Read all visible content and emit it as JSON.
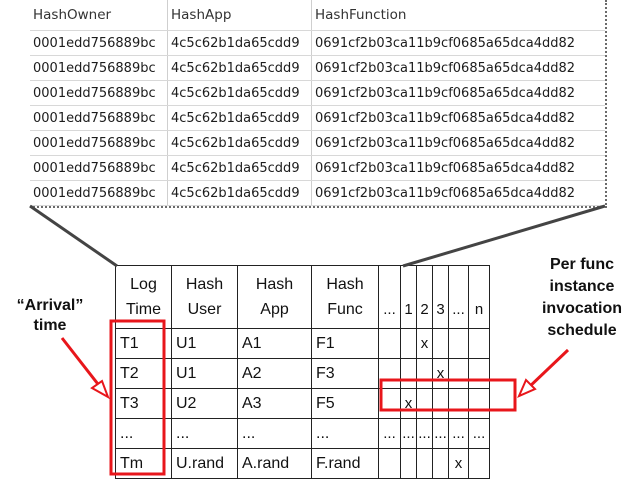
{
  "spreadsheet": {
    "headers": [
      "HashOwner",
      "HashApp",
      "HashFunction"
    ],
    "rows": [
      [
        "0001edd756889bc",
        "4c5c62b1da65cdd9",
        "0691cf2b03ca11b9cf0685a65dca4dd82"
      ],
      [
        "0001edd756889bc",
        "4c5c62b1da65cdd9",
        "0691cf2b03ca11b9cf0685a65dca4dd82"
      ],
      [
        "0001edd756889bc",
        "4c5c62b1da65cdd9",
        "0691cf2b03ca11b9cf0685a65dca4dd82"
      ],
      [
        "0001edd756889bc",
        "4c5c62b1da65cdd9",
        "0691cf2b03ca11b9cf0685a65dca4dd82"
      ],
      [
        "0001edd756889bc",
        "4c5c62b1da65cdd9",
        "0691cf2b03ca11b9cf0685a65dca4dd82"
      ],
      [
        "0001edd756889bc",
        "4c5c62b1da65cdd9",
        "0691cf2b03ca11b9cf0685a65dca4dd82"
      ],
      [
        "0001edd756889bc",
        "4c5c62b1da65cdd9",
        "0691cf2b03ca11b9cf0685a65dca4dd82"
      ]
    ]
  },
  "schedule": {
    "headers": {
      "log_time": [
        "Log",
        "Time"
      ],
      "hash_user": [
        "Hash",
        "User"
      ],
      "hash_app": [
        "Hash",
        "App"
      ],
      "hash_func": [
        "Hash",
        "Func"
      ],
      "dots": "...",
      "instances": [
        "1",
        "2",
        "3",
        "...",
        "n"
      ]
    },
    "rows": [
      {
        "time": "T1",
        "user": "U1",
        "app": "A1",
        "func": "F1",
        "dots": "",
        "marks": [
          "",
          "x",
          "",
          "",
          ""
        ]
      },
      {
        "time": "T2",
        "user": "U1",
        "app": "A2",
        "func": "F3",
        "dots": "",
        "marks": [
          "",
          "",
          "x",
          "",
          ""
        ]
      },
      {
        "time": "T3",
        "user": "U2",
        "app": "A3",
        "func": "F5",
        "dots": "",
        "marks": [
          "x",
          "",
          "",
          "",
          ""
        ]
      },
      {
        "time": "...",
        "user": "...",
        "app": "...",
        "func": "...",
        "dots": "...",
        "marks": [
          "...",
          "...",
          "...",
          "...",
          "..."
        ]
      },
      {
        "time": "Tm",
        "user": "U.rand",
        "app": "A.rand",
        "func": "F.rand",
        "dots": "",
        "marks": [
          "",
          "",
          "",
          "x",
          ""
        ]
      }
    ]
  },
  "annotations": {
    "arrival_line1": "“Arrival”",
    "arrival_line2": "time",
    "perfunc_line1": "Per func",
    "perfunc_line2": "instance",
    "perfunc_line3": "invocation",
    "perfunc_line4": "schedule"
  },
  "colors": {
    "highlight": "#e8161b",
    "connector": "#444444"
  }
}
